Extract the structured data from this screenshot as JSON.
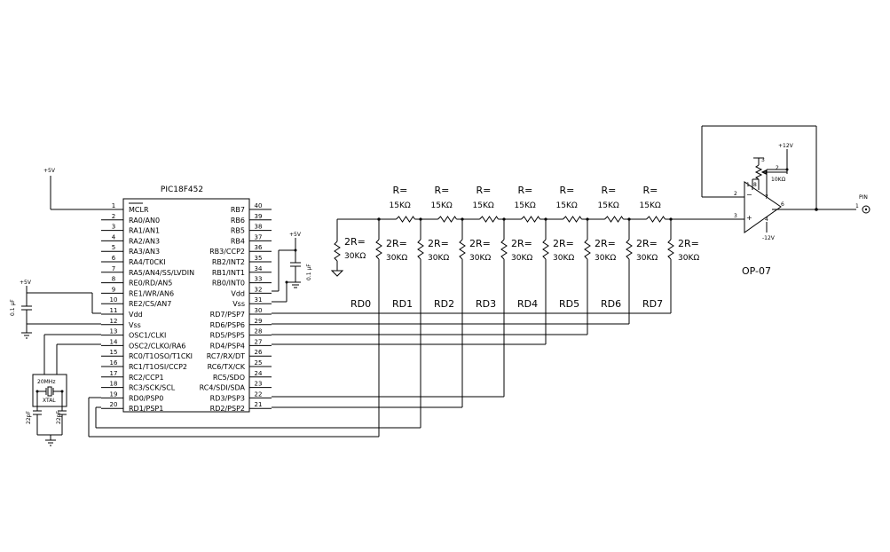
{
  "chip": {
    "name": "PIC18F452",
    "left_pins": [
      {
        "num": "1",
        "name": "MCLR"
      },
      {
        "num": "2",
        "name": "RA0/AN0"
      },
      {
        "num": "3",
        "name": "RA1/AN1"
      },
      {
        "num": "4",
        "name": "RA2/AN3"
      },
      {
        "num": "5",
        "name": "RA3/AN3"
      },
      {
        "num": "6",
        "name": "RA4/T0CKI"
      },
      {
        "num": "7",
        "name": "RA5/AN4/SS/LVDIN"
      },
      {
        "num": "8",
        "name": "RE0/RD/AN5"
      },
      {
        "num": "9",
        "name": "RE1/WR/AN6"
      },
      {
        "num": "10",
        "name": "RE2/CS/AN7"
      },
      {
        "num": "11",
        "name": "Vdd"
      },
      {
        "num": "12",
        "name": "Vss"
      },
      {
        "num": "13",
        "name": "OSC1/CLKI"
      },
      {
        "num": "14",
        "name": "OSC2/CLKO/RA6"
      },
      {
        "num": "15",
        "name": "RC0/T1OSO/T1CKI"
      },
      {
        "num": "16",
        "name": "RC1/T1OSI/CCP2"
      },
      {
        "num": "17",
        "name": "RC2/CCP1"
      },
      {
        "num": "18",
        "name": "RC3/SCK/SCL"
      },
      {
        "num": "19",
        "name": "RD0/PSP0"
      },
      {
        "num": "20",
        "name": "RD1/PSP1"
      }
    ],
    "right_pins": [
      {
        "num": "40",
        "name": "RB7"
      },
      {
        "num": "39",
        "name": "RB6"
      },
      {
        "num": "38",
        "name": "RB5"
      },
      {
        "num": "37",
        "name": "RB4"
      },
      {
        "num": "36",
        "name": "RB3/CCP2"
      },
      {
        "num": "35",
        "name": "RB2/INT2"
      },
      {
        "num": "34",
        "name": "RB1/INT1"
      },
      {
        "num": "33",
        "name": "RB0/INT0"
      },
      {
        "num": "32",
        "name": "Vdd"
      },
      {
        "num": "31",
        "name": "Vss"
      },
      {
        "num": "30",
        "name": "RD7/PSP7"
      },
      {
        "num": "29",
        "name": "RD6/PSP6"
      },
      {
        "num": "28",
        "name": "RD5/PSP5"
      },
      {
        "num": "27",
        "name": "RD4/PSP4"
      },
      {
        "num": "26",
        "name": "RC7/RX/DT"
      },
      {
        "num": "25",
        "name": "RC6/TX/CK"
      },
      {
        "num": "24",
        "name": "RC5/SDO"
      },
      {
        "num": "23",
        "name": "RC4/SDI/SDA"
      },
      {
        "num": "22",
        "name": "RD3/PSP3"
      },
      {
        "num": "21",
        "name": "RD2/PSP2"
      }
    ]
  },
  "power": {
    "plus5v": "+5V",
    "plus12v": "+12V",
    "minus12v": "-12V"
  },
  "caps": {
    "decoupling": "0.1 μF",
    "crystal_cap": "22pF"
  },
  "crystal": {
    "freq": "20MHz",
    "name": "XTAL"
  },
  "ladder": {
    "series_r_prefix": "R=",
    "series_r_value": "15KΩ",
    "shunt_r_prefix": "2R=",
    "shunt_r_value": "30KΩ",
    "bits": [
      "RD0",
      "RD1",
      "RD2",
      "RD3",
      "RD4",
      "RD5",
      "RD6",
      "RD7"
    ]
  },
  "opamp": {
    "name": "OP-07",
    "pot": "10KΩ",
    "pins": {
      "inv": "2",
      "noninv": "3",
      "out": "6",
      "vplus": "7",
      "vminus": "4",
      "null1": "1",
      "null2": "8",
      "pot_wiper": "2",
      "pot_end": "3"
    },
    "inv_sign": "−",
    "noninv_sign": "+"
  },
  "output": {
    "label": "PIN",
    "num": "1"
  }
}
